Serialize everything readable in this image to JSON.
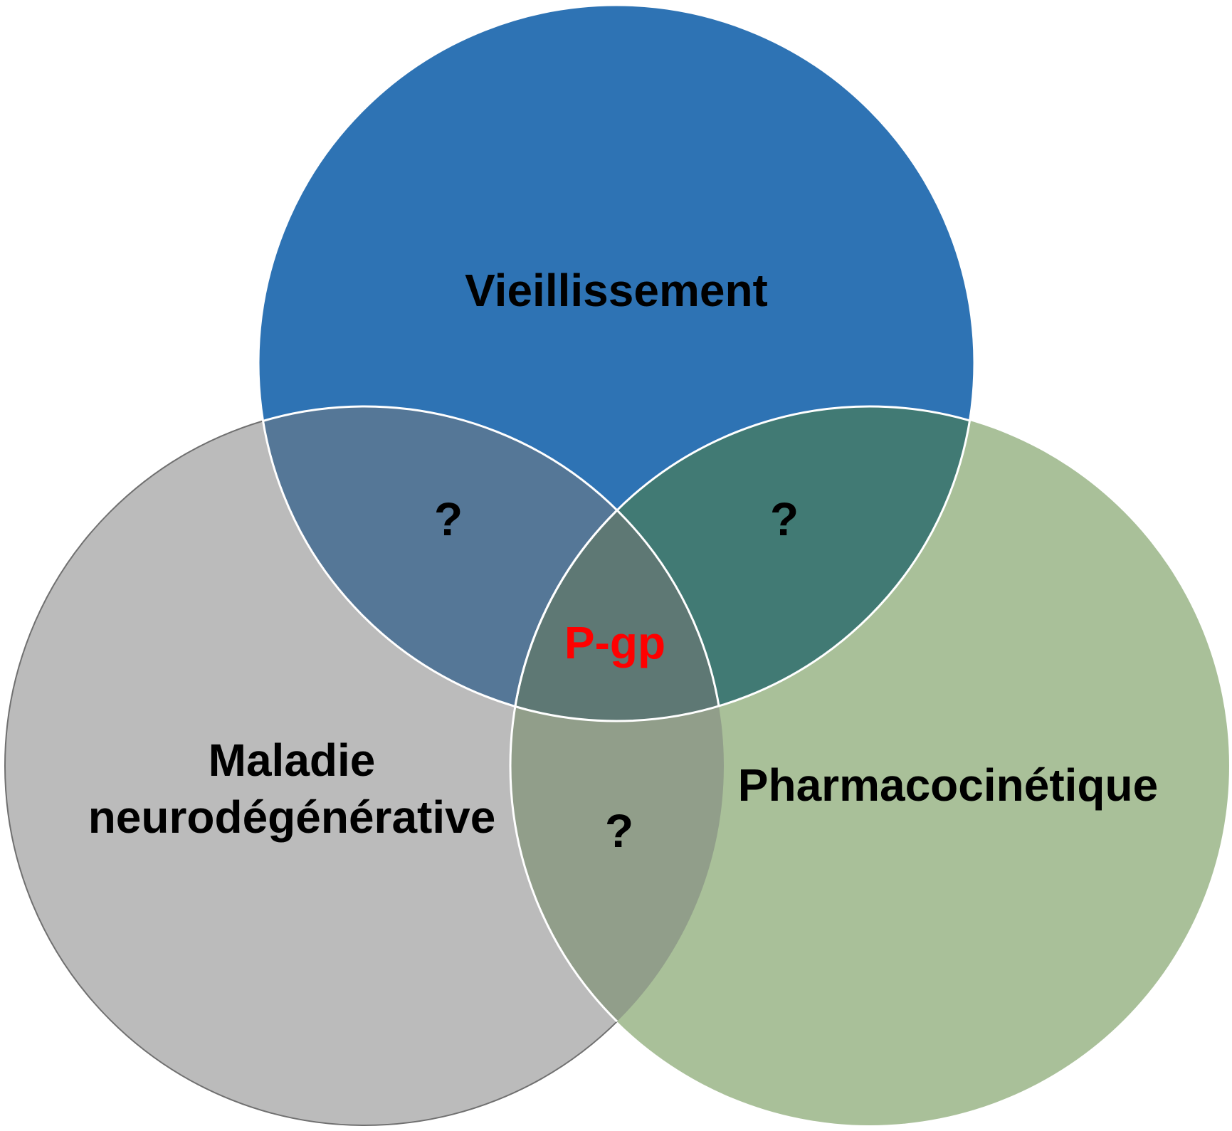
{
  "diagram": {
    "sets": [
      {
        "id": "top",
        "label": "Vieillissement",
        "color": "#2E73B4"
      },
      {
        "id": "left",
        "label_lines": [
          "Maladie",
          "neurodégénérative"
        ],
        "color": "#BBBBBB"
      },
      {
        "id": "right",
        "label": "Pharmacocinétique",
        "color": "#A9C099"
      }
    ],
    "overlaps": {
      "top_left": {
        "label": "?",
        "color": "#557797"
      },
      "top_right": {
        "label": "?",
        "color": "#417A74"
      },
      "left_right": {
        "label": "?",
        "color": "#919E8A"
      },
      "center": {
        "label": "P-gp",
        "color": "#5E7874",
        "label_color": "#FF0000"
      }
    }
  }
}
